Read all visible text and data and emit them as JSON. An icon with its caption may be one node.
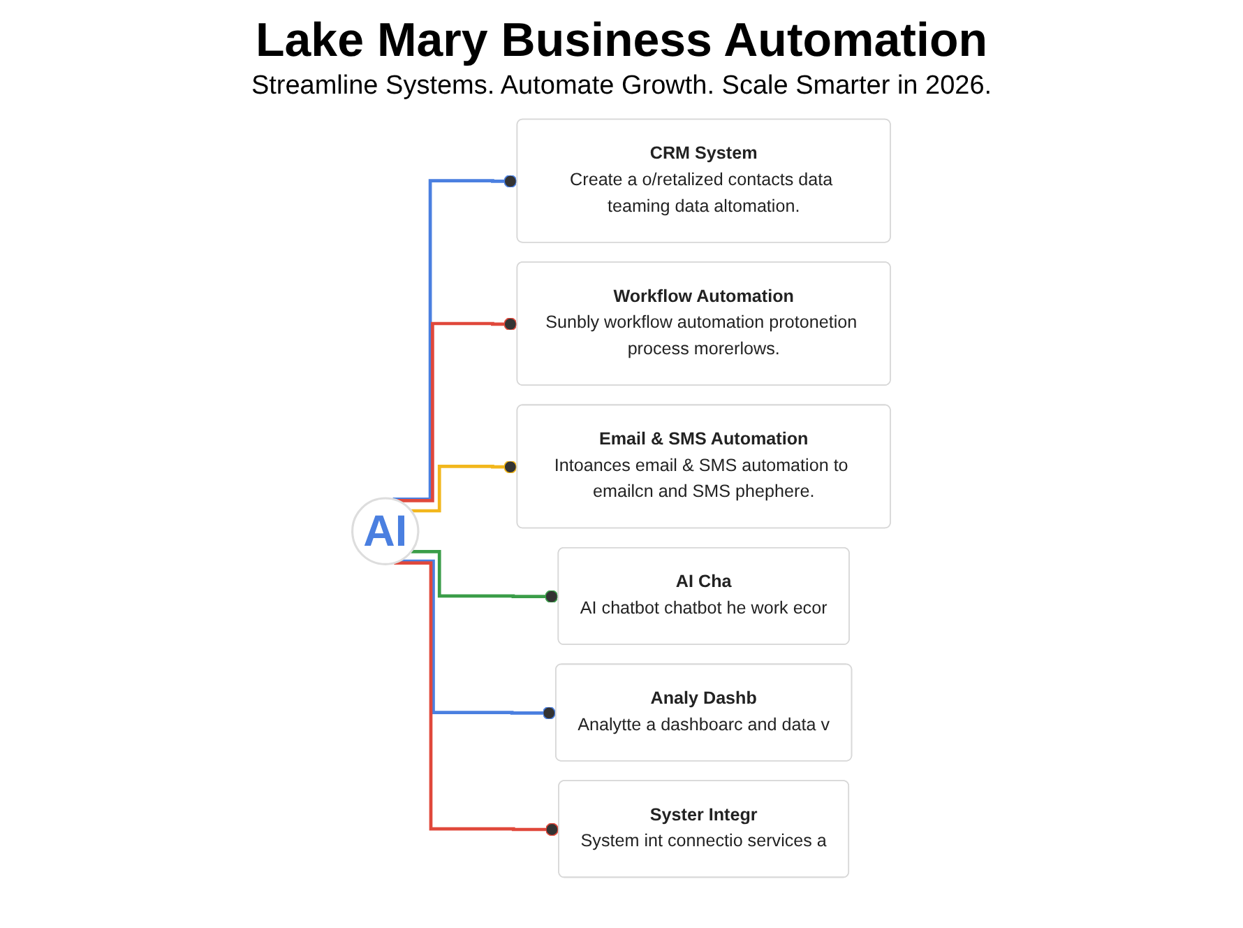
{
  "diagram": {
    "title": "Lake Mary Business Automation",
    "nodes": [
      {
        "text": [
          "AI"
        ]
      },
      {
        "text": [
          "CRM System",
          "Create a o/retalized contacts data teaming data altomation."
        ]
      },
      {
        "text": [
          "Workflow Automation",
          "Sunbly workflow automation protonetion process morerlows."
        ]
      },
      {
        "text": [
          "Email & SMS Automation",
          "Intoances email & SMS automation to emailcn and SMS phephere."
        ]
      },
      {
        "text": [
          "AI Cha",
          "AI chatbot chatbot he work ecor"
        ]
      },
      {
        "text": [
          "Analy Dashb",
          "Analytte a dashboarc and data v"
        ]
      },
      {
        "text": [
          "Syster Integr",
          "System int connectio services a"
        ]
      }
    ],
    "edges": [
      {
        "from": 0,
        "to": 1,
        "arrow": "other",
        "color": "#4a7fe0"
      },
      {
        "from": 0,
        "to": 2,
        "arrow": "other",
        "color": "#e0483b"
      },
      {
        "from": 0,
        "to": 3,
        "arrow": "other",
        "color": "#f2b71c"
      },
      {
        "from": 0,
        "to": 4,
        "arrow": "other",
        "color": "#3a9d48"
      },
      {
        "from": 0,
        "to": 5,
        "arrow": "other",
        "color": "#4a7fe0"
      },
      {
        "from": 0,
        "to": 6,
        "arrow": "other",
        "color": "#e0483b"
      }
    ],
    "labels": [
      "Streamline Systems. Automate Growth. Scale Smarter in 2026."
    ]
  }
}
